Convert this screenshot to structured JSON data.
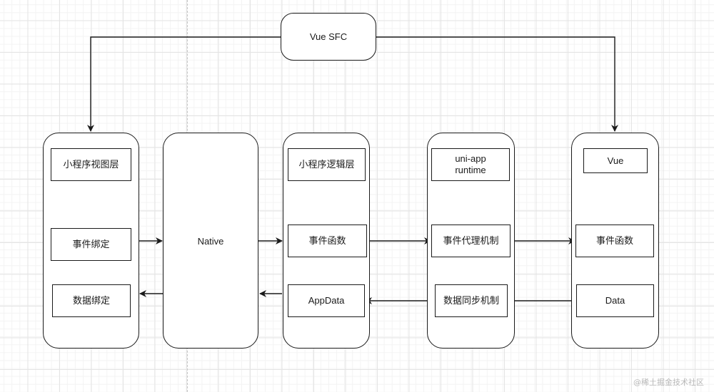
{
  "diagram": {
    "root": {
      "label": "Vue SFC"
    },
    "columns": [
      {
        "id": "mp-view",
        "items": [
          "小程序视图层",
          "事件绑定",
          "数据绑定"
        ]
      },
      {
        "id": "native",
        "label": "Native"
      },
      {
        "id": "mp-logic",
        "items": [
          "小程序逻辑层",
          "事件函数",
          "AppData"
        ]
      },
      {
        "id": "uniapp",
        "items": [
          "uni-app\nruntime",
          "事件代理机制",
          "数据同步机制"
        ]
      },
      {
        "id": "vue",
        "items": [
          "Vue",
          "事件函数",
          "Data"
        ]
      }
    ],
    "edges": [
      {
        "from": "Vue SFC",
        "to": "小程序视图层"
      },
      {
        "from": "Vue SFC",
        "to": "Vue"
      },
      {
        "from": "事件绑定",
        "to": "Native"
      },
      {
        "from": "Native",
        "to": "事件函数 (小程序逻辑层)"
      },
      {
        "from": "事件函数 (小程序逻辑层)",
        "to": "事件代理机制"
      },
      {
        "from": "事件代理机制",
        "to": "事件函数 (Vue)"
      },
      {
        "from": "Data",
        "to": "数据同步机制"
      },
      {
        "from": "数据同步机制",
        "to": "AppData"
      },
      {
        "from": "AppData",
        "to": "Native"
      },
      {
        "from": "Native",
        "to": "数据绑定"
      }
    ]
  },
  "watermark": "@稀土掘金技术社区"
}
